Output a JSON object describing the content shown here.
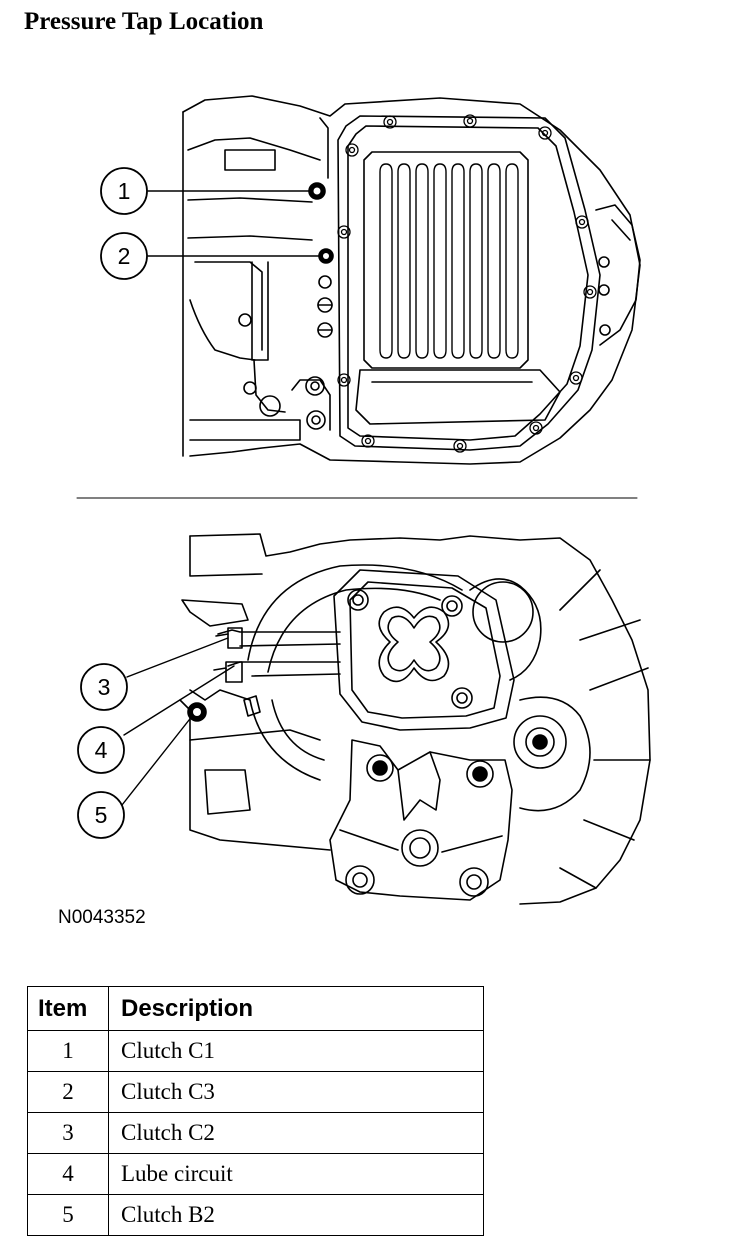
{
  "title": "Pressure Tap Location",
  "figure_id": "N0043352",
  "callouts": [
    "1",
    "2",
    "3",
    "4",
    "5"
  ],
  "legend": {
    "headers": [
      "Item",
      "Description"
    ],
    "rows": [
      {
        "item": "1",
        "description": "Clutch C1"
      },
      {
        "item": "2",
        "description": "Clutch C3"
      },
      {
        "item": "3",
        "description": "Clutch C2"
      },
      {
        "item": "4",
        "description": "Lube circuit"
      },
      {
        "item": "5",
        "description": "Clutch B2"
      }
    ]
  }
}
